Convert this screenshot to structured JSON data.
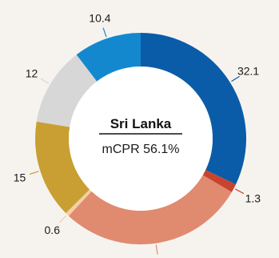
{
  "chart_data": {
    "type": "pie",
    "title": "Sri Lanka",
    "subtitle": "mCPR 56.1%",
    "slices": [
      {
        "label": "32.1",
        "value": 32.1,
        "color": "#0b5ca8"
      },
      {
        "label": "1.3",
        "value": 1.3,
        "color": "#c8442f"
      },
      {
        "label": "28.5",
        "value": 28.5,
        "color": "#e08a6f"
      },
      {
        "label": "0.6",
        "value": 0.6,
        "color": "#f3cfa2"
      },
      {
        "label": "15",
        "value": 15,
        "color": "#c99f33"
      },
      {
        "label": "12",
        "value": 12,
        "color": "#d7d7d7"
      },
      {
        "label": "10.4",
        "value": 10.4,
        "color": "#1388cf"
      }
    ]
  }
}
